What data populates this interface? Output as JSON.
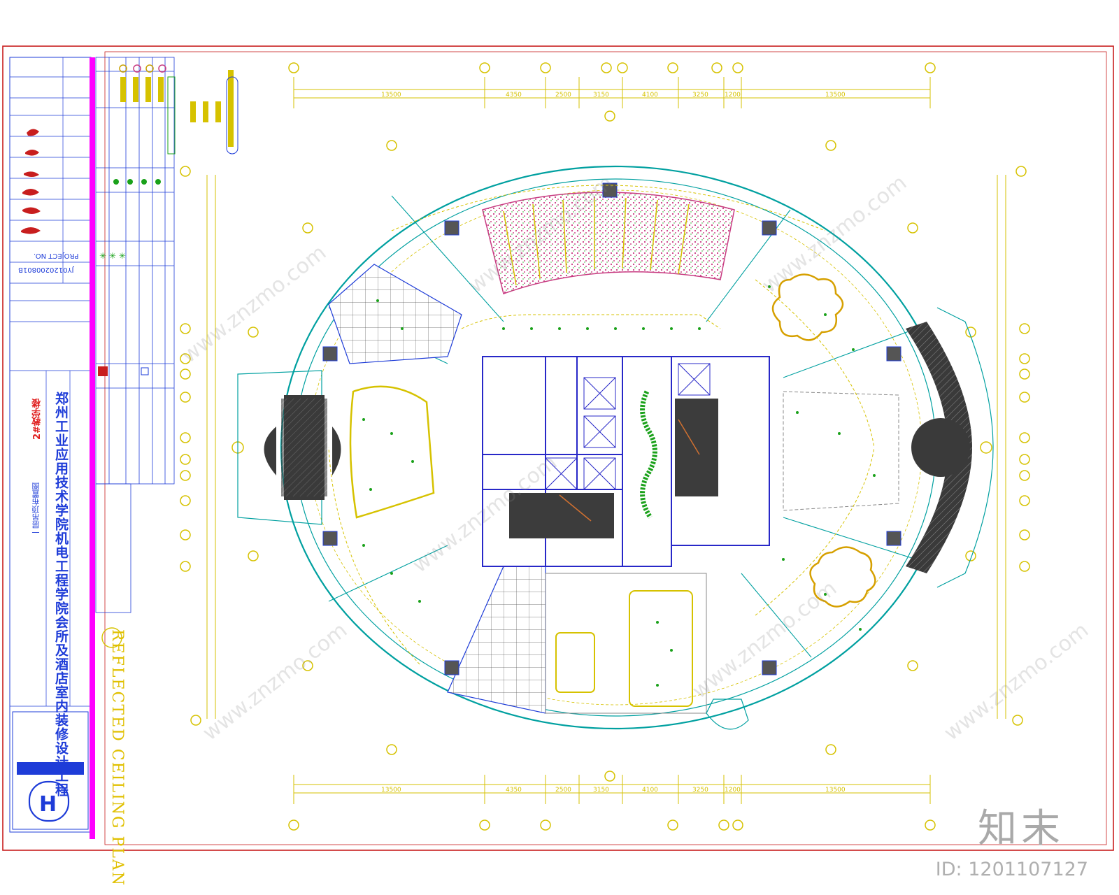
{
  "drawing": {
    "project_title": "郑州工业应用技术学院机电工程学院会所及酒店室内装修设计工程",
    "drawing_title_en": "REFLECTED CEILING PLAN",
    "floor_label": "2#教学楼",
    "sheet_label": "一层吊顶布置图",
    "drawing_number": "JY0120200801B",
    "project_code": "PROJECT NO."
  },
  "dimensions": {
    "top": [
      "13500",
      "4350",
      "2500",
      "3150",
      "4100",
      "3250",
      "1200",
      "13500"
    ],
    "bottom": [
      "13500",
      "4350",
      "2500",
      "3150",
      "4100",
      "3250",
      "1200",
      "13500"
    ]
  },
  "watermark": {
    "brand": "知末",
    "id_text": "ID: 1201107127",
    "url": "www.znzmo.com"
  },
  "colors": {
    "frame": "#c81e1e",
    "magenta_bar": "#ff00ff",
    "outline": "#00a0a0",
    "dimension": "#d6c200",
    "wall": "#2828c8",
    "dark_fill": "#3c3c3c",
    "pattern": "#c83c82"
  }
}
